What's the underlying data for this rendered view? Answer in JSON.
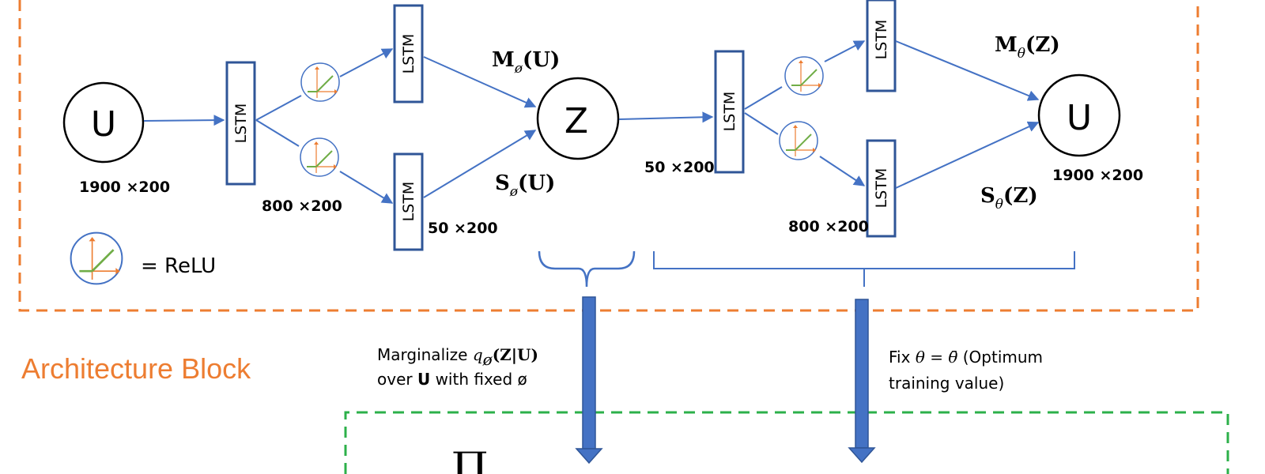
{
  "arch_block": {
    "title": "Architecture  Block",
    "border_color": "#ED7D31"
  },
  "nodes": {
    "input_u": "U",
    "latent_z": "Z",
    "output_u": "U"
  },
  "lstm_label": "LSTM",
  "dims": {
    "input": "1900 ×200",
    "enc_hidden": "800 ×200",
    "enc_out": "50 ×200",
    "dec_in": "50 ×200",
    "dec_hidden": "800 ×200",
    "output": "1900 ×200"
  },
  "labels": {
    "m_enc_main": "M",
    "m_enc_sub": "ø",
    "m_enc_arg": "(U)",
    "s_enc_main": "S",
    "s_enc_sub": "ø",
    "s_enc_arg": "(U)",
    "m_dec_main": "M",
    "m_dec_sub": "θ",
    "m_dec_arg": "(Z)",
    "s_dec_main": "S",
    "s_dec_sub": "θ",
    "s_dec_arg": "(Z)"
  },
  "legend": {
    "relu_text": "= ReLU",
    "relu_icon": "relu-icon"
  },
  "notes": {
    "marginalize_prefix": "Marginalize ",
    "marginalize_q": "q",
    "marginalize_sub": "ø",
    "marginalize_arg": "(Z|U)",
    "marginalize_line2_a": "over ",
    "marginalize_line2_b": "U",
    "marginalize_line2_c": " with fixed ø",
    "fix_prefix": "Fix ",
    "fix_math": "θ = θ̄",
    "fix_suffix": " (Optimum",
    "fix_line2": "training value)"
  },
  "bottom_partial": "∏",
  "colors": {
    "arrow": "#4472C4",
    "lstm_border": "#2F5597",
    "relu_line": "#70AD47",
    "relu_axis": "#ED7D31",
    "lower_block_border": "#2CB04A",
    "bracket": "#4472C4"
  }
}
